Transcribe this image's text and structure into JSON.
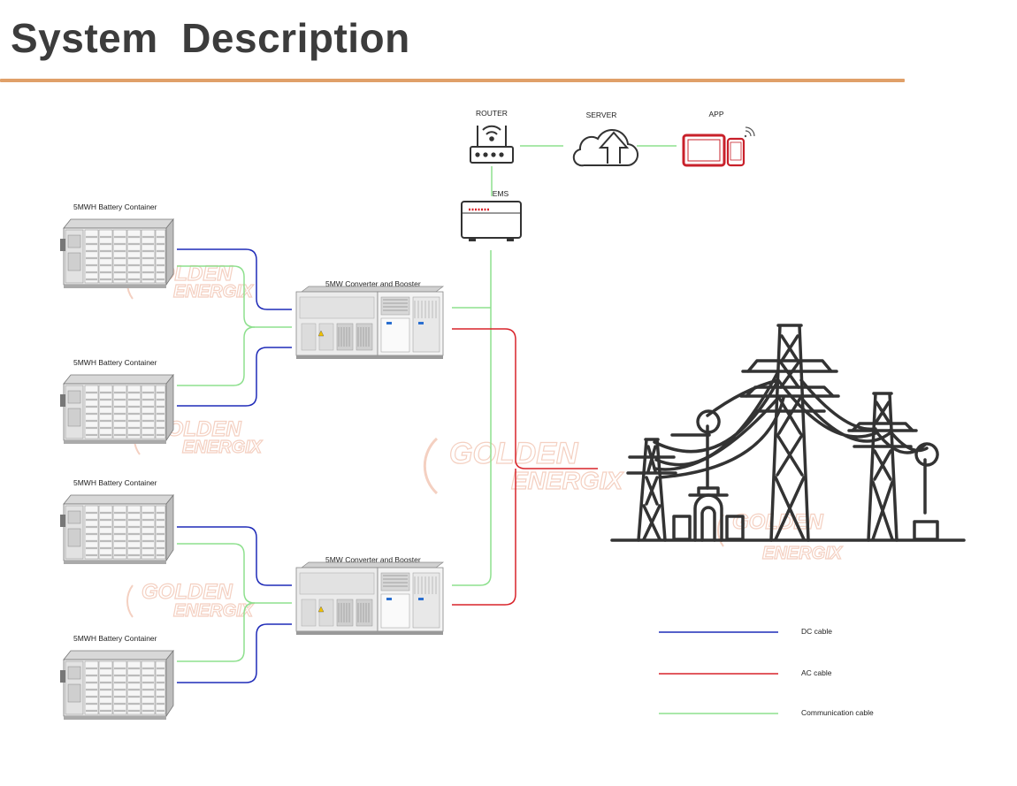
{
  "title": "System  Description",
  "colors": {
    "title_rule": "#e0a069",
    "dc_cable": "#1f2bb8",
    "ac_cable": "#d8232a",
    "comm_cable": "#8ee08e",
    "watermark": "#f3cbbb"
  },
  "nodes": {
    "router": "ROUTER",
    "server": "SERVER",
    "app": "APP",
    "ems": "EMS",
    "battery_1": "5MWH Battery Container",
    "battery_2": "5MWH Battery Container",
    "battery_3": "5MWH Battery Container",
    "battery_4": "5MWH Battery Container",
    "converter_1": "5MW Converter and Booster",
    "converter_2": "5MW Converter and Booster"
  },
  "icons": {
    "router": "router-icon",
    "server": "cloud-upload-icon",
    "app": "tablet-phone-icon",
    "ems": "ems-controller-icon",
    "battery": "battery-container-icon",
    "converter": "converter-booster-icon",
    "grid": "power-grid-icon"
  },
  "watermark": {
    "line1": "GOLDEN",
    "line2": "ENERGIX"
  },
  "legend": [
    {
      "label": "DC cable",
      "color": "#1f2bb8"
    },
    {
      "label": "AC cable",
      "color": "#d8232a"
    },
    {
      "label": "Communication cable",
      "color": "#8ee08e"
    }
  ]
}
